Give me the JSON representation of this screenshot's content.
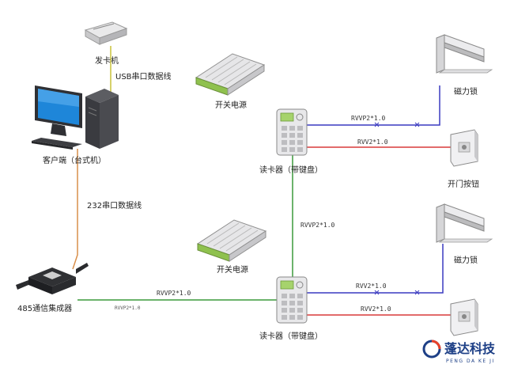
{
  "colors": {
    "rs485_line": "#3c9a3c",
    "usb_line": "#c9c23a",
    "rs232_line": "#d98f4a",
    "lock_line": "#3a3ac0",
    "button_line": "#d83a3a",
    "brand": "#1d3f86",
    "brand_accent": "#e8402a"
  },
  "labels": {
    "card_issuer": "发卡机",
    "usb_cable": "USB串口数据线",
    "client_pc": "客户端（台式机）",
    "rs232_cable": "232串口数据线",
    "rs485_hub": "485通信集成器",
    "power_supply_top": "开关电源",
    "power_supply_bottom": "开关电源",
    "reader_top": "读卡器（带键盘）",
    "reader_bottom": "读卡器（带键盘）",
    "maglock_top": "磁力锁",
    "maglock_bottom": "磁力锁",
    "exit_button": "开门按钮"
  },
  "cables": {
    "top_lock": "RVVP2*1.0",
    "top_button": "RVV2*1.0",
    "vertical_link": "RVVP2*1.0",
    "hub_to_reader": "RVVP2*1.0",
    "hub_small": "RVVP2*1.0",
    "bottom_lock": "RVV2*1.0",
    "bottom_button": "RVV2*1.0"
  },
  "brand": {
    "name": "蓬达科技",
    "pinyin": "PENG DA KE JI"
  },
  "icons": {
    "card_issuer": "card-issuer-icon",
    "pc": "desktop-computer-icon",
    "hub": "rs485-hub-icon",
    "power": "power-supply-icon",
    "reader": "keypad-reader-icon",
    "maglock": "magnetic-lock-icon",
    "exit_button": "exit-button-icon"
  }
}
